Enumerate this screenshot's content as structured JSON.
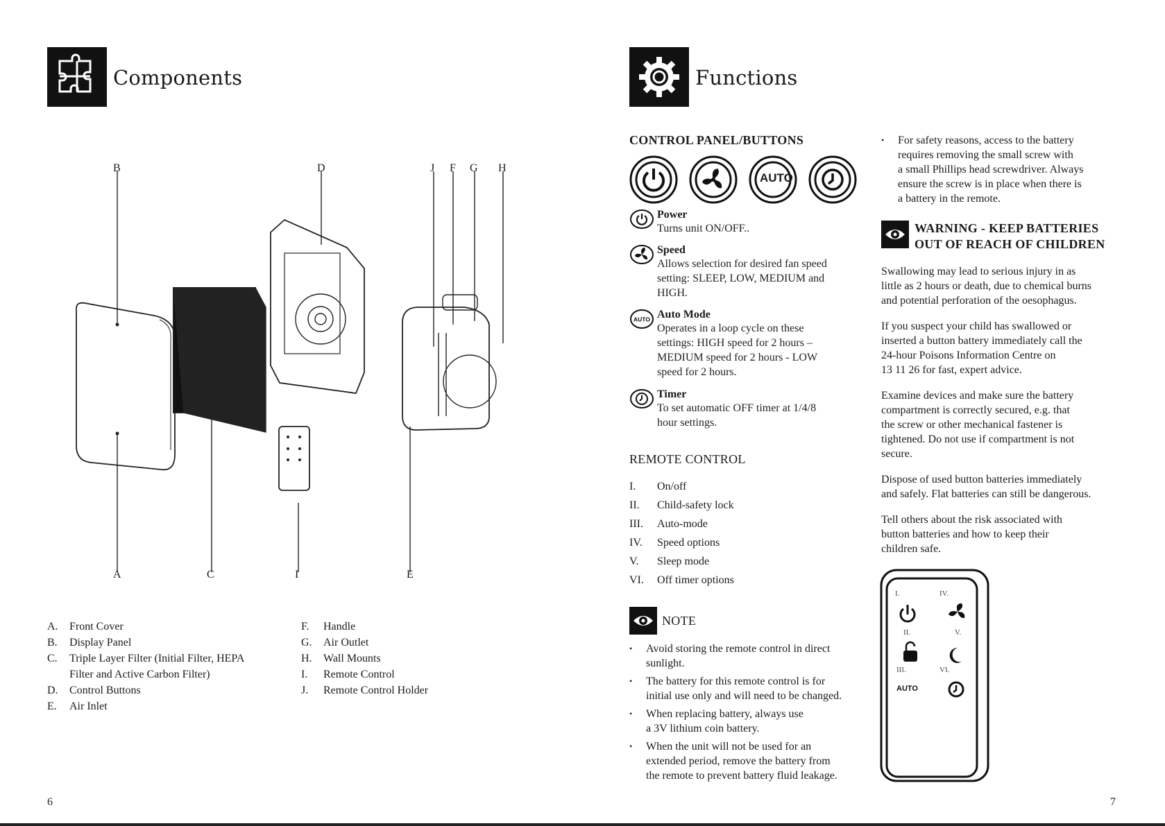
{
  "left_page": {
    "title": "Components",
    "diagram_labels_top": [
      "B",
      "D",
      "J",
      "F",
      "G",
      "H"
    ],
    "diagram_labels_bottom": [
      "A",
      "C",
      "I",
      "E"
    ],
    "legend_col1": [
      {
        "key": "A.",
        "text": "Front Cover"
      },
      {
        "key": "B.",
        "text": "Display Panel"
      },
      {
        "key": "C.",
        "text": "Triple Layer Filter (Initial Filter, HEPA"
      },
      {
        "key": "",
        "text": "Filter and Active Carbon Filter)"
      },
      {
        "key": "D.",
        "text": "Control Buttons"
      },
      {
        "key": "E.",
        "text": "Air Inlet"
      }
    ],
    "legend_col2": [
      {
        "key": "F.",
        "text": "Handle"
      },
      {
        "key": "G.",
        "text": "Air Outlet"
      },
      {
        "key": "H.",
        "text": "Wall Mounts"
      },
      {
        "key": "I.",
        "text": "Remote Control"
      },
      {
        "key": "J.",
        "text": "Remote Control Holder"
      }
    ],
    "page_number": "6"
  },
  "right_page": {
    "title": "Functions",
    "control_panel_heading": "CONTROL PANEL/BUTTONS",
    "auto_label": "AUTO",
    "functions": [
      {
        "name": "Power",
        "desc": [
          "Turns unit ON/OFF.."
        ],
        "icon": "power-icon"
      },
      {
        "name": "Speed",
        "desc": [
          "Allows selection for desired fan speed",
          "setting: SLEEP, LOW, MEDIUM and",
          "HIGH."
        ],
        "icon": "fan-icon"
      },
      {
        "name": "Auto Mode",
        "desc": [
          "Operates in a loop cycle on these",
          "settings: HIGH speed for 2 hours –",
          "MEDIUM speed for 2 hours - LOW",
          "speed for 2 hours."
        ],
        "icon": "auto-icon"
      },
      {
        "name": "Timer",
        "desc": [
          "To set automatic OFF timer at 1/4/8",
          "hour settings."
        ],
        "icon": "timer-icon"
      }
    ],
    "remote_heading": "REMOTE CONTROL",
    "remote_items": [
      {
        "key": "I.",
        "text": "On/off"
      },
      {
        "key": "II.",
        "text": "Child-safety lock"
      },
      {
        "key": "III.",
        "text": "Auto-mode"
      },
      {
        "key": "IV.",
        "text": "Speed options"
      },
      {
        "key": "V.",
        "text": "Sleep mode"
      },
      {
        "key": "VI.",
        "text": "Off timer options"
      }
    ],
    "note_heading": "NOTE",
    "note_bullets": [
      [
        "Avoid storing the remote control in direct",
        "sunlight."
      ],
      [
        "The battery for this remote control is for",
        "initial use only and will need to be changed."
      ],
      [
        "When replacing battery, always use",
        "a 3V lithium coin battery."
      ],
      [
        "When the unit will not be used for an",
        "extended period, remove the battery from",
        "the remote to prevent battery fluid leakage."
      ]
    ],
    "safety_bullet": [
      "For safety reasons, access to the battery",
      "requires removing the small screw with",
      "a small Phillips head screwdriver. Always",
      "ensure the screw is in place when there is",
      "a battery in the remote."
    ],
    "warning_heading": [
      "WARNING - KEEP BATTERIES",
      "OUT OF REACH OF CHILDREN"
    ],
    "warning_paras": [
      [
        "Swallowing may lead to serious injury in as",
        "little as 2 hours or death, due to chemical burns",
        "and potential perforation of the oesophagus."
      ],
      [
        "If you suspect your child has swallowed or",
        "inserted a button battery immediately call the",
        "24-hour Poisons Information Centre on",
        "13 11 26 for fast, expert advice."
      ],
      [
        "Examine devices and make sure the battery",
        "compartment is correctly secured, e.g. that",
        "the screw or other mechanical fastener is",
        "tightened. Do not use if compartment is not",
        "secure."
      ],
      [
        "Dispose of used button batteries immediately",
        "and safely. Flat batteries can still be dangerous."
      ],
      [
        "Tell others about the risk associated with",
        "button batteries and how to keep their",
        "children safe."
      ]
    ],
    "remote_diagram_labels": [
      "I.",
      "IV.",
      "II.",
      "V.",
      "III.",
      "VI."
    ],
    "remote_diagram_auto": "AUTO",
    "page_number": "7"
  }
}
